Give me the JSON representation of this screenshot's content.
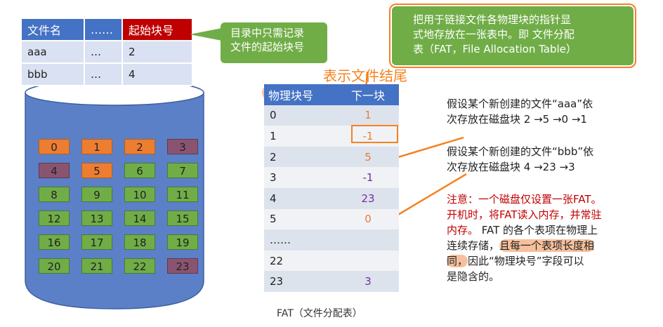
{
  "directory": {
    "headers": [
      "文件名",
      "……",
      "起始块号"
    ],
    "rows": [
      [
        "aaa",
        "…",
        "2"
      ],
      [
        "bbb",
        "…",
        "4"
      ]
    ]
  },
  "callout_directory": [
    "目录中只需记录",
    "文件的起始块号"
  ],
  "callout_fat": [
    "把用于链接文件各物理块的指针显",
    "式地存放在一张表中。即 文件分配",
    "表（FAT，File Allocation Table）"
  ],
  "fat_end_label": "表示文件结尾",
  "fat_table": {
    "headers": [
      "物理块号",
      "下一块"
    ],
    "rows": [
      {
        "block": "0",
        "next": "1",
        "color": "orange"
      },
      {
        "block": "1",
        "next": "-1",
        "color": "orange"
      },
      {
        "block": "2",
        "next": "5",
        "color": "orange"
      },
      {
        "block": "3",
        "next": "-1",
        "color": "purple"
      },
      {
        "block": "4",
        "next": "23",
        "color": "purple"
      },
      {
        "block": "5",
        "next": "0",
        "color": "orange"
      },
      {
        "block": "……",
        "next": "",
        "color": ""
      },
      {
        "block": "22",
        "next": "",
        "color": ""
      },
      {
        "block": "23",
        "next": "3",
        "color": "purple"
      }
    ],
    "caption": "FAT（文件分配表）"
  },
  "notes": {
    "aaa": [
      "假设某个新创建的文件“aaa”依",
      "次存放在磁盘块 2 →5 →0 →1"
    ],
    "bbb": [
      "假设某个新创建的文件“bbb”依",
      "次存放在磁盘块 4 →23 →3"
    ],
    "warn_red": [
      "注意：一个磁盘仅设置一张FAT。",
      "开机时，将FAT读入内存，并常驻",
      "内存。"
    ],
    "warn_tail_1": " FAT 的各个表项在物理上",
    "warn_tail_2": "连续存储，",
    "warn_highlight_1": "且每一个表项长度相",
    "warn_highlight_2": "同，",
    "warn_tail_3": "因此“物理块号”字段可以",
    "warn_tail_4": "是隐含的。"
  },
  "disk_blocks": [
    {
      "label": "0",
      "color": "orange"
    },
    {
      "label": "1",
      "color": "orange"
    },
    {
      "label": "2",
      "color": "orange"
    },
    {
      "label": "3",
      "color": "purple"
    },
    {
      "label": "4",
      "color": "purple"
    },
    {
      "label": "5",
      "color": "orange"
    },
    {
      "label": "6",
      "color": "green"
    },
    {
      "label": "7",
      "color": "green"
    },
    {
      "label": "8",
      "color": "green"
    },
    {
      "label": "9",
      "color": "green"
    },
    {
      "label": "10",
      "color": "green"
    },
    {
      "label": "11",
      "color": "green"
    },
    {
      "label": "12",
      "color": "green"
    },
    {
      "label": "13",
      "color": "green"
    },
    {
      "label": "14",
      "color": "green"
    },
    {
      "label": "15",
      "color": "green"
    },
    {
      "label": "16",
      "color": "green"
    },
    {
      "label": "17",
      "color": "green"
    },
    {
      "label": "18",
      "color": "green"
    },
    {
      "label": "19",
      "color": "green"
    },
    {
      "label": "20",
      "color": "green"
    },
    {
      "label": "21",
      "color": "green"
    },
    {
      "label": "22",
      "color": "green"
    },
    {
      "label": "23",
      "color": "purple"
    }
  ],
  "colors": {
    "header_blue": "#4472c4",
    "start_red": "#c00000",
    "callout_green": "#70ad47",
    "accent_orange": "#f58220",
    "disk_blue": "#5b80c7"
  }
}
